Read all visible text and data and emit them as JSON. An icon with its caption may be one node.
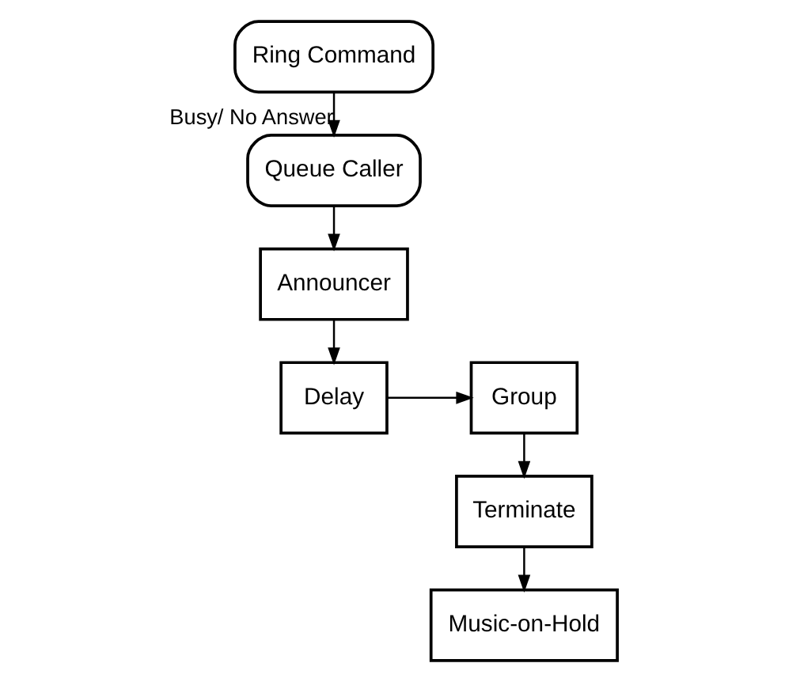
{
  "diagram": {
    "nodes": [
      {
        "text": [
          "Ring Command"
        ]
      },
      {
        "text": [
          "Queue Caller"
        ]
      },
      {
        "text": [
          "Announcer"
        ]
      },
      {
        "text": [
          "Delay"
        ]
      },
      {
        "text": [
          "Group"
        ]
      },
      {
        "text": [
          "Terminate"
        ]
      },
      {
        "text": [
          "Music-on-Hold"
        ]
      }
    ],
    "edges": [
      {
        "from": 0,
        "to": 1,
        "arrow": "to",
        "label": "Busy/ No Answer"
      },
      {
        "from": 1,
        "to": 2,
        "arrow": "to"
      },
      {
        "from": 2,
        "to": 3,
        "arrow": "to"
      },
      {
        "from": 3,
        "to": 4,
        "arrow": "to"
      },
      {
        "from": 4,
        "to": 5,
        "arrow": "to"
      },
      {
        "from": 5,
        "to": 6,
        "arrow": "to"
      }
    ]
  }
}
